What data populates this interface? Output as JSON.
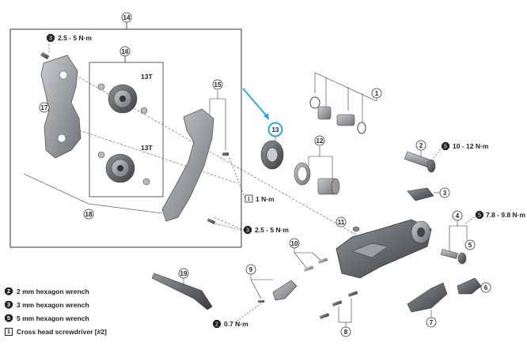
{
  "callouts": {
    "c1": "1",
    "c2": "2",
    "c3": "3",
    "c4": "4",
    "c5": "5",
    "c6": "6",
    "c7": "7",
    "c8": "8",
    "c9": "9",
    "c10": "10",
    "c11": "11",
    "c12": "12",
    "c13": "13",
    "c14": "14",
    "c15": "15",
    "c16": "16",
    "c17": "17",
    "c18": "18",
    "c19": "19"
  },
  "pulley_labels": {
    "top": "13T",
    "bottom": "13T"
  },
  "torque": {
    "t_top": "2.5 - 5 N·m",
    "t_screwdriver": "1 N·m",
    "t_mid": "2.5 - 5 N·m",
    "t_right_top": "10 - 12 N·m",
    "t_right_mid": "7.8 - 9.8 N·m",
    "t_bottom": "0.7 N·m"
  },
  "tool_codes": {
    "hex2": "2",
    "hex3": "3",
    "hex5": "5",
    "screw": "1"
  },
  "legend": {
    "hex2": "2 mm hexagon wrench",
    "hex3": "3 mm hexagon wrench",
    "hex5": "5 mm hexagon wrench",
    "screw": "Cross head screwdriver [#2]"
  },
  "colors": {
    "highlight": "#2aa7dd",
    "line": "#333333",
    "part": "#8a8f94",
    "part_dark": "#4c5055"
  }
}
